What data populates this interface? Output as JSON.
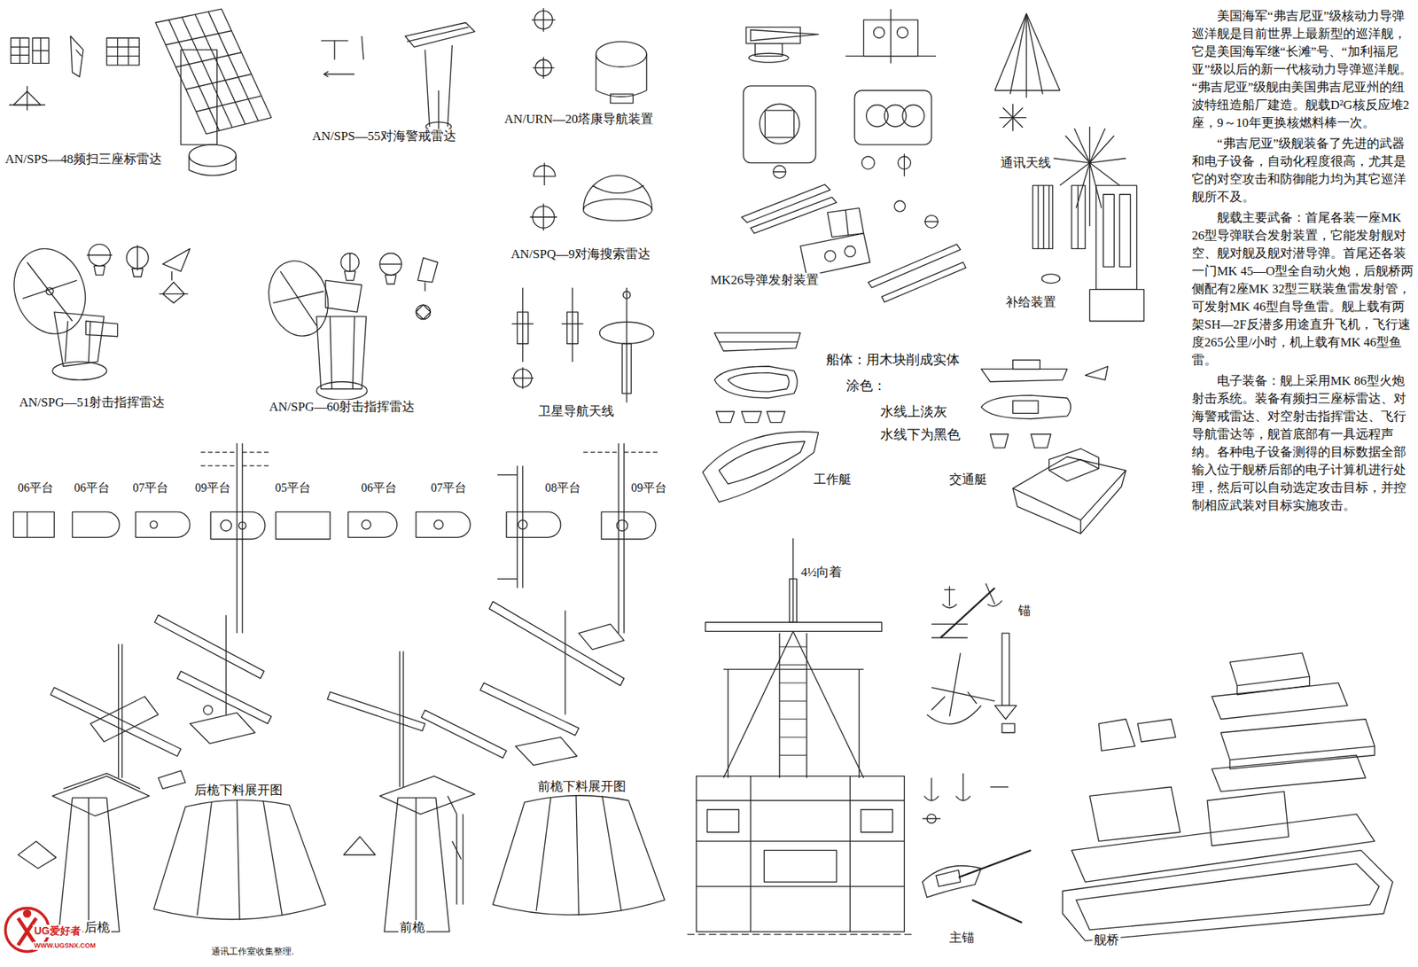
{
  "diagram": {
    "labels": [
      "AN/SPS—48频扫三座标雷达",
      "AN/SPS—55对海警戒雷达",
      "AN/URN—20塔康导航装置",
      "AN/SPQ—9对海搜索雷达",
      "MK26导弹发射装置",
      "通讯天线",
      "补给装置",
      "AN/SPG—51射击指挥雷达",
      "AN/SPG—60射击指挥雷达",
      "卫星导航天线",
      "船体：用木块削成实体",
      "涂色：",
      "水线上淡灰",
      "水线下为黑色",
      "工作艇",
      "交通艇",
      "06平台",
      "06平台",
      "07平台",
      "09平台",
      "05平台",
      "06平台",
      "07平台",
      "08平台",
      "09平台",
      "4½向着",
      "锚",
      "后桅下料展开图",
      "前桅下料展开图",
      "后桅",
      "前桅",
      "主锚",
      "舰桥",
      "通讯工作室收集整理.",
      "UG爱好者",
      "WWW.UGSNX.COM",
      "美国海军“弗吉尼亚”级核动力导弹巡洋舰是目前世界上最新型的巡洋舰，它是美国海军继“长滩”号、“加利福尼亚”级以后的新一代核动力导弹巡洋舰。“弗吉尼亚”级舰由美国弗吉尼亚州的纽波特纽造船厂建造。舰载D²G核反应堆2座，9～10年更换核燃料棒一次。",
      "“弗吉尼亚”级舰装备了先进的武器和电子设备，自动化程度很高，尤其是它的对空攻击和防御能力均为其它巡洋舰所不及。",
      "舰载主要武备：首尾各装一座MK 26型导弹联合发射装置，它能发射舰对空、舰对舰及舰对潜导弹。首尾还各装一门MK 45—O型全自动火炮，后舰桥两侧配有2座MK 32型三联装鱼雷发射管，可发射MK 46型自导鱼雷。舰上载有两架SH—2F反潜多用途直升飞机，飞行速度265公里/小时，机上载有MK 46型鱼雷。",
      "电子装备：舰上采用MK 86型火炮射击系统。装备有频扫三座标雷达、对海警戒雷达、对空射击指挥雷达、飞行导航雷达等，舰首底部有一具远程声纳。各种电子设备测得的目标数据全部输入位于舰桥后部的电子计算机进行处理，然后可以自动选定攻击目标，并控制相应武装对目标实施攻击。"
    ]
  }
}
